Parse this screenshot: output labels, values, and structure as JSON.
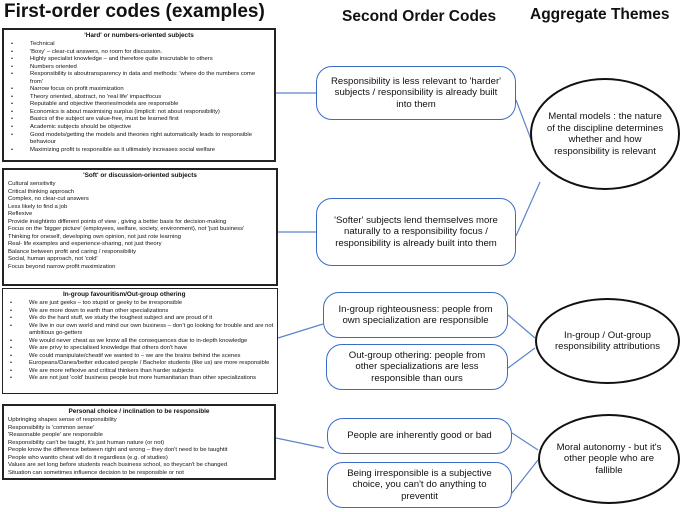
{
  "headers": {
    "first_order": "First-order codes (examples)",
    "second_order": "Second Order Codes",
    "aggregate": "Aggregate Themes"
  },
  "first_order_boxes": [
    {
      "title": "'Hard' or numbers-oriented subjects",
      "items": [
        "Technical",
        "'Boxy' – clear-cut answers, no room for discussion.",
        "Highly specialist  knowledge – and therefore quite inscrutable to others",
        "Numbers oriented",
        "Responsibility is aboutransparency in data and methods: 'where do  the numbers come from'",
        "Narrow focus on profit maximization",
        "Theory oriented, abstract, no  'real life'  impactfocus",
        "Reputable and objective theories/models are responsible",
        "Economics is about maximising surplus (implicit: not about responsibility)",
        "Basics of the subject are value-free, must be learned first",
        "Academic subjects should be objective",
        "Good models/getting the models and theories right automatically leads to responsible behaviour",
        "Maximizing profit is responsible as it ultimately increases social welfare"
      ]
    },
    {
      "title": "'Soft' or discussion-oriented subjects",
      "items": [
        "Cultural sensitivity",
        "Critical thinking approach",
        "Complex, no clear-cut answers",
        "Less likely to find a job",
        "Reflexive",
        "Provide insightinto different points of view , giving a better basis  for decision-making",
        "Focus on the 'bigger picture' (employees, welfare, society, environment), not 'just business'",
        "Thinking for oneself, developing own opinion, not just rote learning",
        "Real- life examples and experience-sharing, not just theory",
        "Balance between profit and caring / responsibility",
        "Social, human approach, not 'cold'",
        "Focus beyond narrow profit maximization"
      ]
    },
    {
      "title": "In-group favouritism/Out-group othering",
      "items": [
        "We are just geeks – too stupid or geeky to be irresponsible",
        "We are more down to earth than other specializations",
        "We do the hard stuff, we study the toughest subject and are proud of it",
        "We live in our own world and mind our own business – don't go looking for trouble and are not ambitious go-getters",
        "We would never cheat as we know all the consequences due to in-depth knowledge",
        "We are privy to specialised knowledge that others don't have",
        "We could manipulate/cheatif we wanted to – we are the brains behind the  scenes",
        "Europeans/Danes/better educated people / Bachelor students  (like us) are more responsible",
        "We are more reflexive and critical thinkers than harder subjects",
        "We are not just 'cold' business people but more humanitarian than other specializations"
      ]
    },
    {
      "title": "Personal choice / inclination to be responsible",
      "items": [
        "Upbringing shapes sense of responsibility",
        "Responsibility is 'common sense'",
        "'Reasonable people' are responsible",
        "Responsibility can't be taught, it's just human nature (or not)",
        "People know the difference between right and wrong – they don't need to be taughtit",
        "People who wantto cheat will do it regardless (e.g. of studies)",
        "Values are set long before students reach business school, so theycan't be changed",
        "Situation can sometimes influence decision to be responsible or not"
      ]
    }
  ],
  "second_order": [
    "Responsibility is less relevant to 'harder' subjects / responsibility is already built into them",
    "'Softer' subjects lend themselves more naturally to a responsibility focus /  responsibility is already built into them",
    "In-group righteousness: people from own specialization are responsible",
    "Out-group othering: people from other specializations are less responsible than ours",
    "People are inherently good or bad",
    "Being irresponsible  is a subjective choice, you can't do anything to preventit"
  ],
  "aggregate": [
    "Mental models : the nature of the discipline determines whether and how responsibility is relevant",
    "In-group / Out-group responsibility attributions",
    "Moral autonomy - but it's other people who are fallible"
  ],
  "colors": {
    "connector": "#5b86c9",
    "pill_border": "#3b6cc4",
    "box_border": "#222222"
  }
}
